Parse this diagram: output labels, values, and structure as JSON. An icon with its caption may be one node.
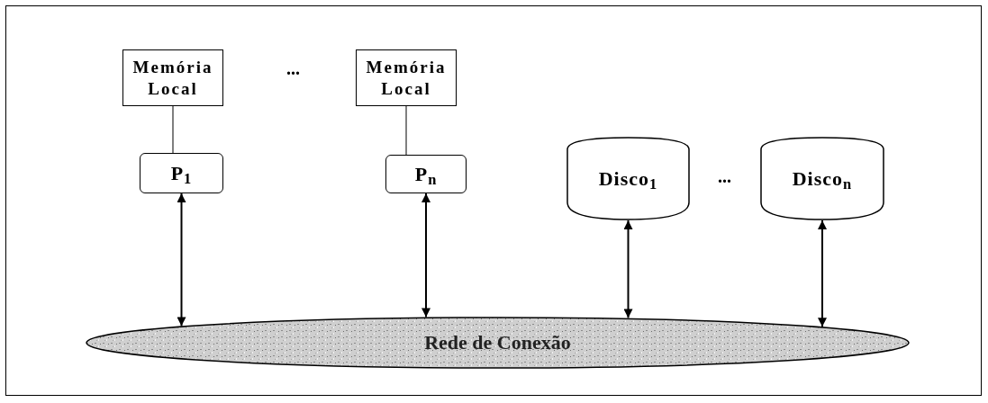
{
  "diagram": {
    "nodes": [
      {
        "text": [
          "Memória Local"
        ]
      },
      {
        "text": [
          "Memória Local"
        ]
      },
      {
        "text": [
          "P$_{1}$"
        ]
      },
      {
        "text": [
          "P$_{n}$"
        ]
      },
      {
        "text": [
          "Disco$_{1}$"
        ]
      },
      {
        "text": [
          "Disco$_{n}$"
        ]
      },
      {
        "text": [
          "Rede de Conexão"
        ]
      }
    ],
    "edges": [
      {
        "from": 0,
        "to": 2,
        "arrow": "none"
      },
      {
        "from": 1,
        "to": 3,
        "arrow": "none"
      },
      {
        "from": 2,
        "to": 6,
        "arrow": "both"
      },
      {
        "from": 3,
        "to": 6,
        "arrow": "both"
      },
      {
        "from": 4,
        "to": 6,
        "arrow": "both"
      },
      {
        "from": 5,
        "to": 6,
        "arrow": "both"
      }
    ],
    "labels": [
      "...",
      "..."
    ]
  }
}
